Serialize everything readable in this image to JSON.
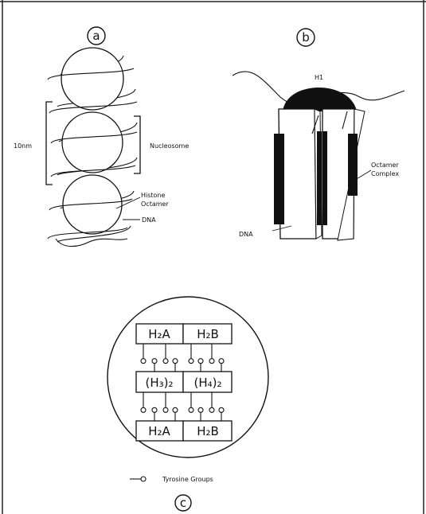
{
  "panels": {
    "a": {
      "letter": "a",
      "scale_label": "10nm",
      "bracket_label": "Nucleosome",
      "octamer_label_1": "Histone",
      "octamer_label_2": "Octamer",
      "dna_label": "DNA"
    },
    "b": {
      "letter": "b",
      "h1_label": "H1",
      "octamer_label_1": "Octamer",
      "octamer_label_2": "Complex",
      "dna_label": "DNA"
    },
    "c": {
      "letter": "c",
      "rows": [
        [
          "H₂A",
          "H₂B"
        ],
        [
          "(H₃)₂",
          "(H₄)₂"
        ],
        [
          "H₂A",
          "H₂B"
        ]
      ],
      "legend_label": "Tyrosine Groups"
    }
  }
}
